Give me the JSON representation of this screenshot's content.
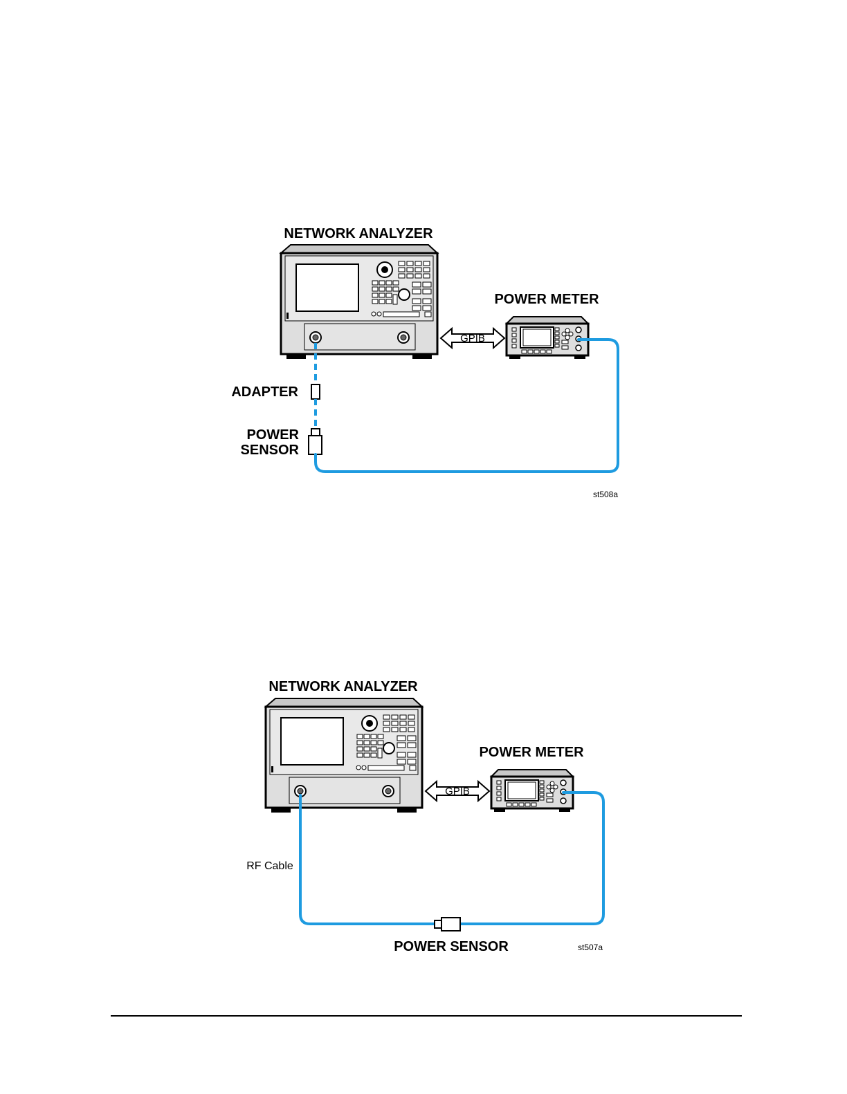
{
  "figure1": {
    "analyzer_label": "NETWORK ANALYZER",
    "meter_label": "POWER METER",
    "bus_label": "GPIB",
    "adapter_label": "ADAPTER",
    "sensor_label_line1": "POWER",
    "sensor_label_line2": "SENSOR",
    "figure_id": "st508a"
  },
  "figure2": {
    "analyzer_label": "NETWORK ANALYZER",
    "meter_label": "POWER METER",
    "bus_label": "GPIB",
    "cable_label": "RF Cable",
    "sensor_label": "POWER SENSOR",
    "figure_id": "st507a"
  },
  "colors": {
    "cable": "#1e9be0",
    "instrument_body": "#d9d9d9",
    "instrument_outline": "#000000"
  }
}
